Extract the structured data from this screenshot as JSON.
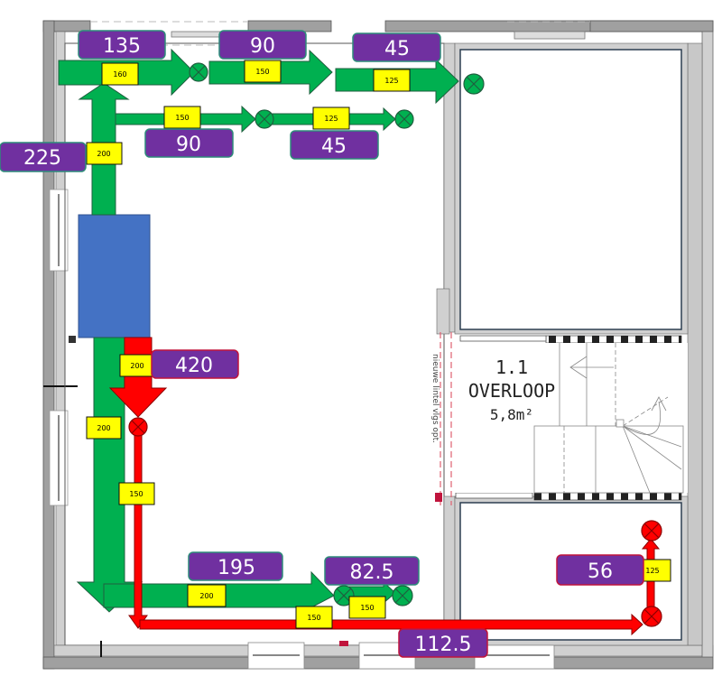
{
  "colors": {
    "supply": "#00b050",
    "supply_stroke": "#1f5f3f",
    "exhaust": "#ff0000",
    "exhaust_stroke": "#8b0000",
    "label_bg": "#7030a0",
    "label_supply_border": "#2e8b7a",
    "label_exhaust_border": "#c0143c",
    "diameter_bg": "#ffff00",
    "unit": "#4472c4",
    "wall_dark": "#a0a0a0",
    "wall_light": "#d0d0d0"
  },
  "room": {
    "number": "1.1",
    "name": "OVERLOOP",
    "area": "5,8m²",
    "note": "nieuwe lintel vlgs opt."
  },
  "supply": {
    "flows": {
      "main_vertical": "225",
      "top_first": "135",
      "top_second": "90",
      "top_third": "45",
      "mid_first": "90",
      "mid_second": "45",
      "bottom_main": "195",
      "bottom_pair": "82.5"
    },
    "diameters": {
      "top_first": "160",
      "top_second": "150",
      "top_third": "125",
      "mid_first": "150",
      "mid_second": "125",
      "main_vertical": "200",
      "down_vertical": "200",
      "bottom_main": "200",
      "bottom_pair": "150"
    }
  },
  "exhaust": {
    "flows": {
      "main": "420",
      "bottom_run": "112.5",
      "right_riser": "56"
    },
    "diameters": {
      "main": "200",
      "vertical": "150",
      "bottom_run": "150",
      "right_riser": "125"
    }
  }
}
